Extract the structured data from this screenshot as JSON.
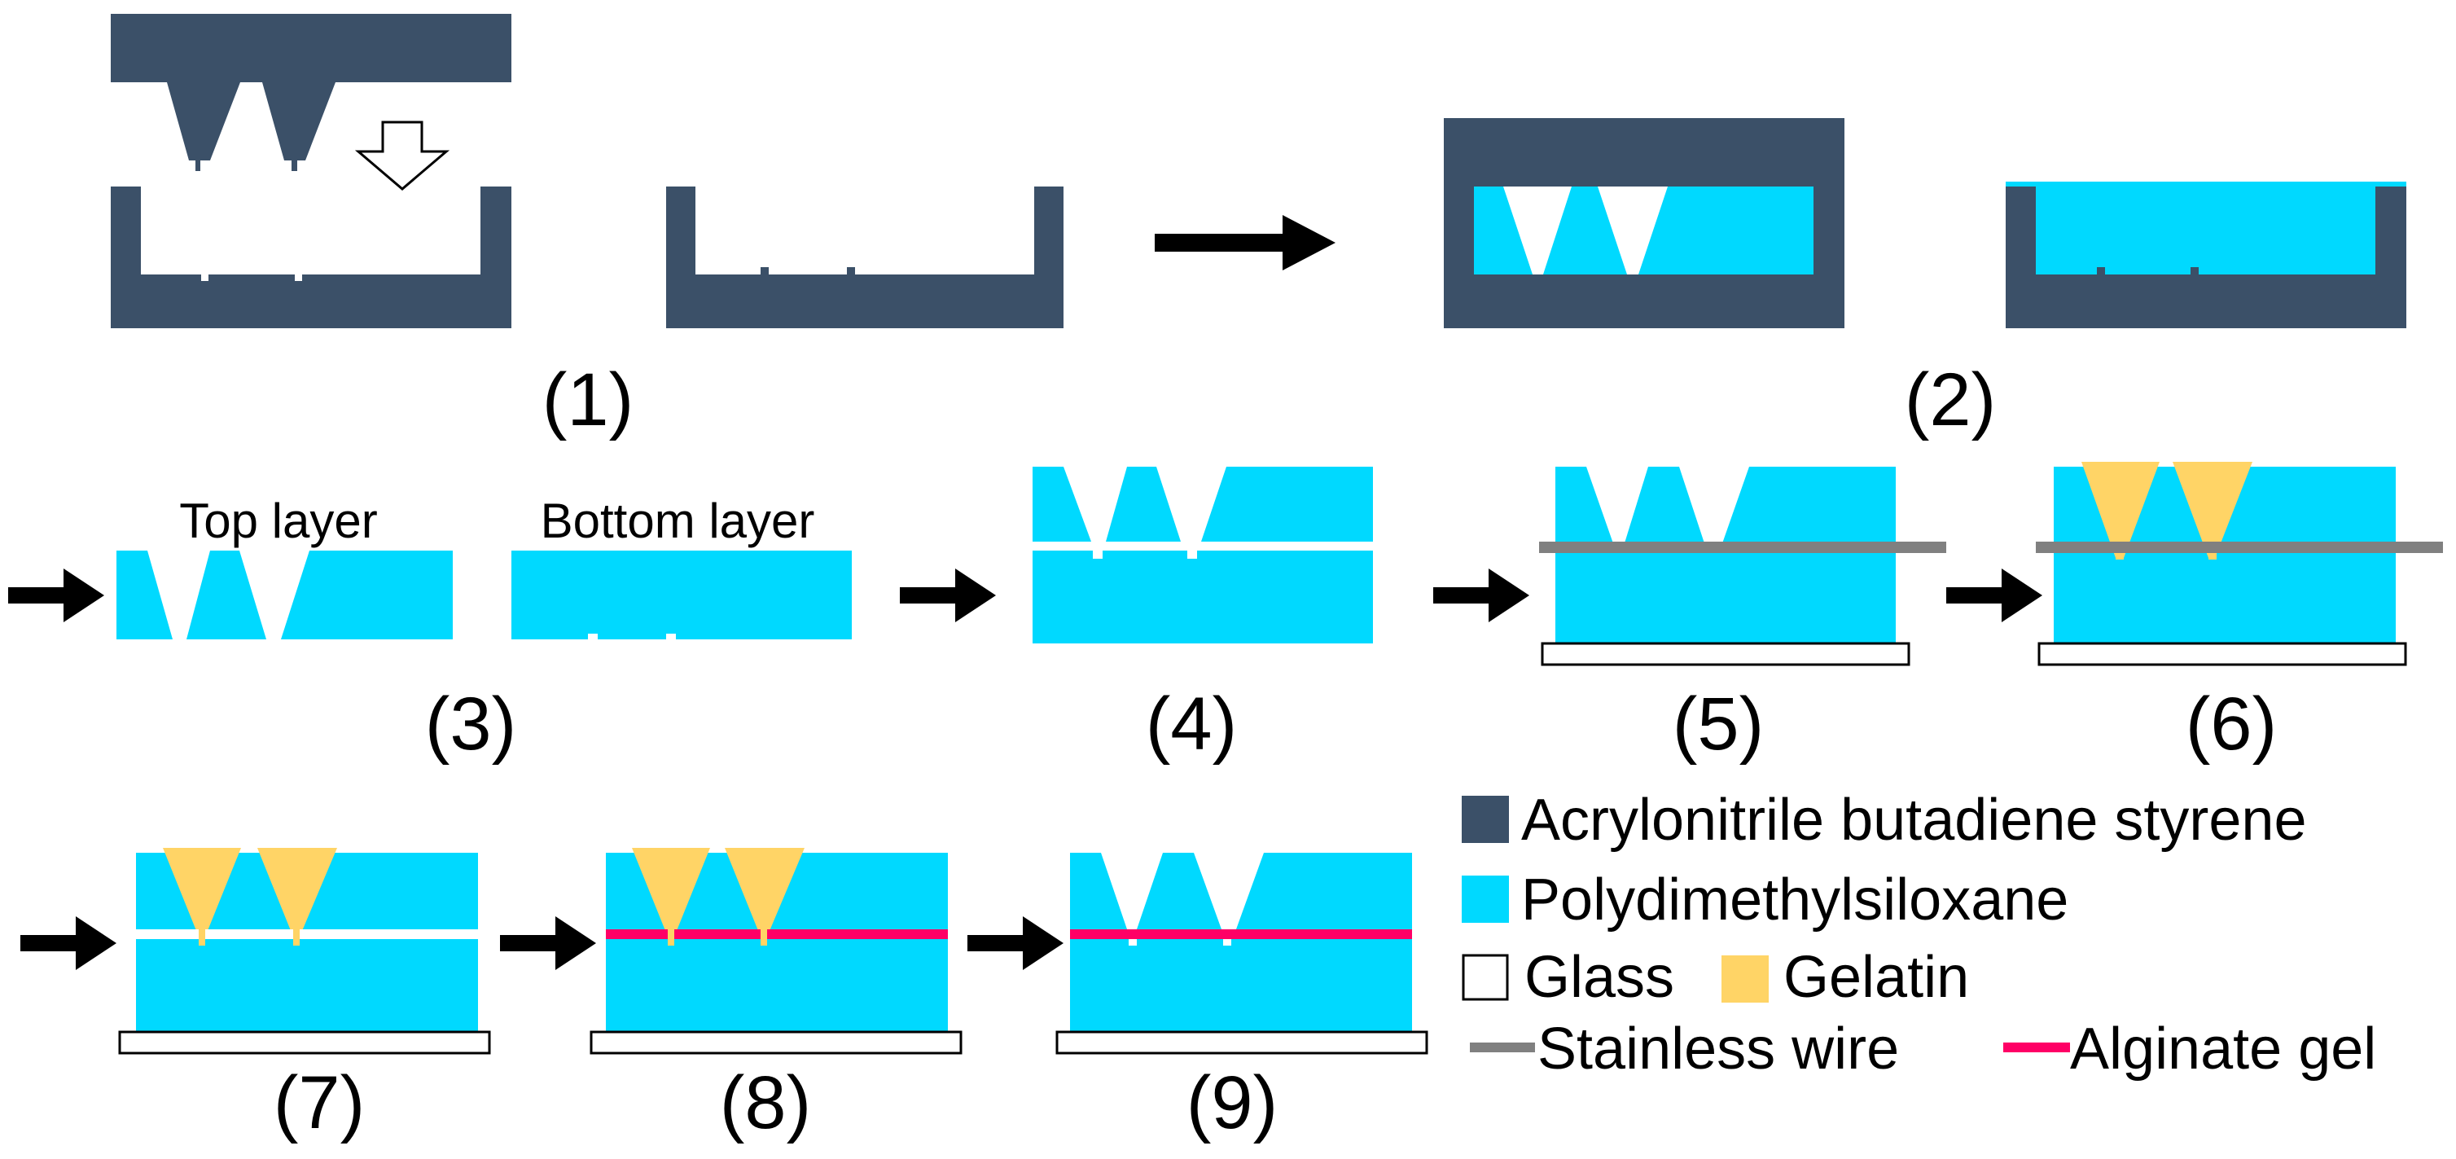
{
  "colors": {
    "abs": "#3b5068",
    "pdms": "#00d9ff",
    "glass": "#ffffff",
    "gelatin": "#ffd466",
    "wire": "#808080",
    "alginate": "#ff0066",
    "arrow": "#000000"
  },
  "steps": {
    "s1": "(1)",
    "s2": "(2)",
    "s3": "(3)",
    "s4": "(4)",
    "s5": "(5)",
    "s6": "(6)",
    "s7": "(7)",
    "s8": "(8)",
    "s9": "(9)"
  },
  "layers": {
    "top": "Top layer",
    "bottom": "Bottom layer"
  },
  "legend": {
    "abs": "Acrylonitrile butadiene styrene",
    "pdms": "Polydimethylsiloxane",
    "glass": "Glass",
    "gelatin": "Gelatin",
    "wire": "Stainless wire",
    "alginate": "Alginate gel"
  }
}
